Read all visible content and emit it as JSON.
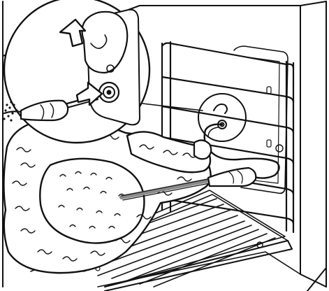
{
  "illustration": {
    "scene": "oven-roast-with-meat-probe",
    "style": "black-and-white line art",
    "colors": {
      "ink": "#111111",
      "paper": "#ffffff",
      "probe_shade": "#8a8a8a"
    },
    "icons": [
      "oven-cavity",
      "oven-rack",
      "probe-socket",
      "socket-cover",
      "meat-probe",
      "roast-turkey",
      "insert-arrow",
      "lift-arrow",
      "magnifier-callout"
    ]
  }
}
